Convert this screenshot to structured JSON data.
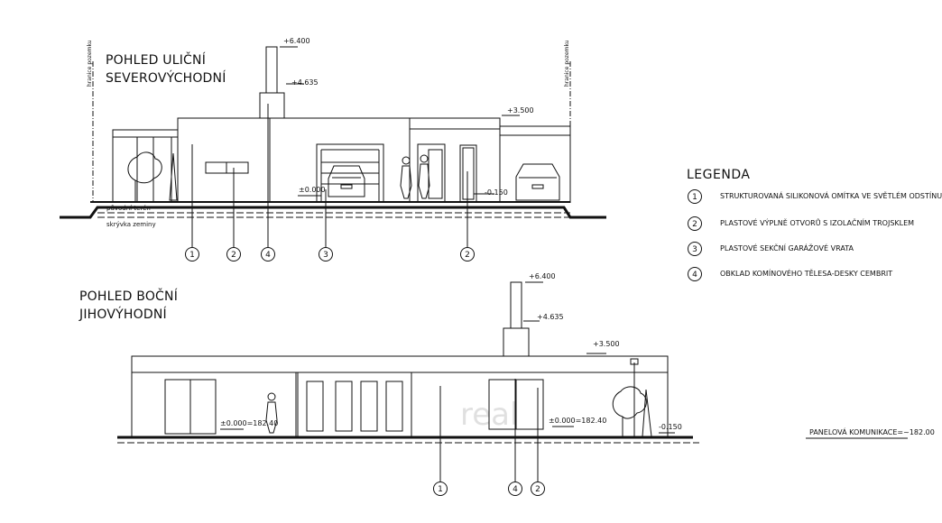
{
  "views": {
    "front": {
      "title_line1": "POHLED ULIČNÍ",
      "title_line2": "SEVEROVÝCHODNÍ",
      "levels": {
        "chimney_top": "+6.400",
        "upper": "+4.635",
        "attic": "+3.500",
        "zero": "±0.000",
        "terrain": "-0.150"
      },
      "ground_labels": {
        "original_terrain": "původní terén",
        "topsoil": "skrývka zeminy"
      },
      "plot_boundary": "hranice pozemku",
      "callouts": [
        "1",
        "2",
        "4",
        "3",
        "2"
      ]
    },
    "side": {
      "title_line1": "POHLED BOČNÍ",
      "title_line2": "JIHOVÝHODNÍ",
      "levels": {
        "chimney_top": "+6.400",
        "upper": "+4.635",
        "attic": "+3.500",
        "zero_left": "±0.000=182.40",
        "zero_right": "±0.000=182.40",
        "terrain": "-0.150"
      },
      "road_label": "PANELOVÁ KOMUNIKACE=~182.00",
      "callouts": [
        "1",
        "4",
        "2"
      ]
    }
  },
  "legend": {
    "title": "LEGENDA",
    "items": [
      {
        "num": "1",
        "text": "STRUKTUROVANÁ SILIKONOVÁ OMÍTKA VE SVĚTLÉM ODSTÍNU"
      },
      {
        "num": "2",
        "text": "PLASTOVÉ VÝPLNĚ OTVORŮ S IZOLAČNÍM TROJSKLEM"
      },
      {
        "num": "3",
        "text": "PLASTOVÉ SEKČNÍ GARÁŽOVÉ VRATA"
      },
      {
        "num": "4",
        "text": "OBKLAD KOMÍNOVÉHO TĚLESA-DESKY CEMBRIT"
      }
    ]
  },
  "watermark": "real"
}
